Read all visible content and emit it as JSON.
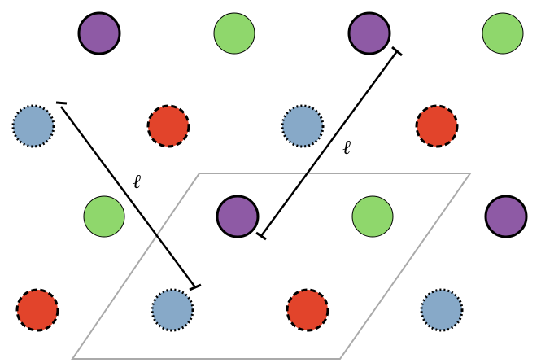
{
  "labels": {
    "left_segment": "ℓ",
    "right_segment": "ℓ"
  },
  "colors": {
    "background": "#ffffff",
    "purple": "#8e5aa5",
    "green": "#8fd76c",
    "blue": "#87a9c8",
    "red": "#e2442b",
    "outline": "#000000",
    "cell": "#aaaaaa",
    "segment": "#000000"
  },
  "legend_of_styles": {
    "purple": "solid",
    "green": "solid",
    "blue": "dotted",
    "red": "dashed"
  }
}
